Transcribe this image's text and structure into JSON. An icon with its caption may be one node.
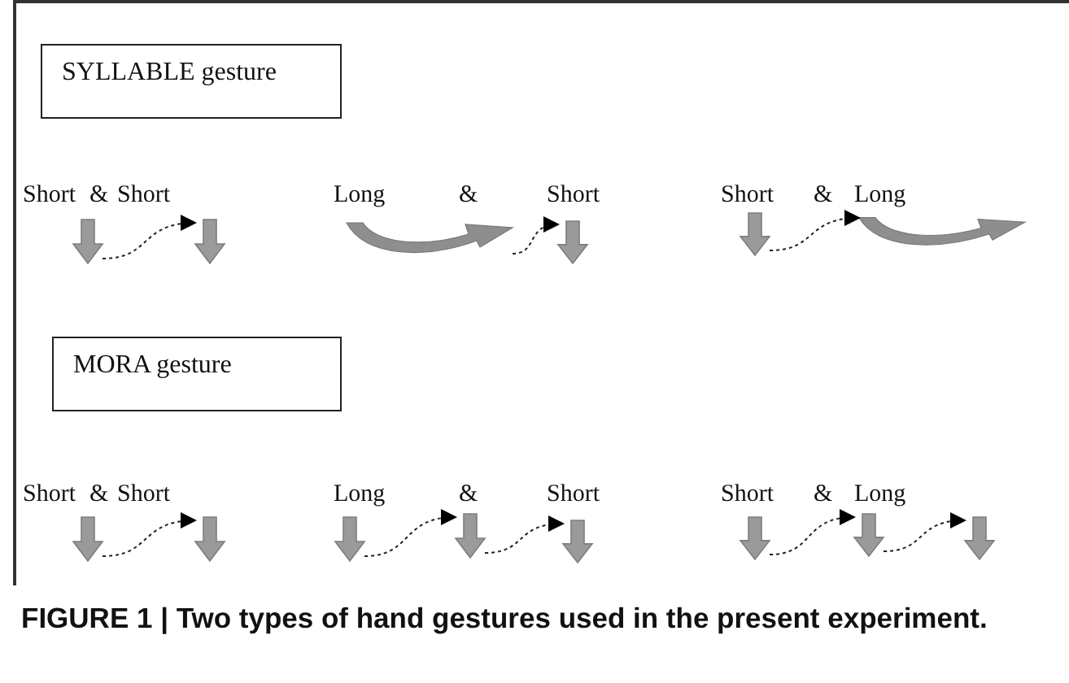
{
  "diagram": {
    "caption": "FIGURE 1 | Two types of hand gestures used in the present experiment.",
    "nodes": [
      {
        "text": [
          "SYLLABLE gesture"
        ]
      },
      {
        "text": [],
        "shape": "arrow"
      },
      {
        "text": [],
        "shape": "arrow"
      },
      {
        "text": [],
        "shape": "curve"
      },
      {
        "text": [],
        "shape": "arrow"
      },
      {
        "text": [],
        "shape": "arrow"
      },
      {
        "text": [],
        "shape": "curve"
      },
      {
        "text": [
          "MORA gesture"
        ]
      },
      {
        "text": [],
        "shape": "arrow"
      },
      {
        "text": [],
        "shape": "arrow"
      },
      {
        "text": [],
        "shape": "arrow"
      },
      {
        "text": [],
        "shape": "arrow"
      },
      {
        "text": [],
        "shape": "arrow"
      },
      {
        "text": [],
        "shape": "arrow"
      },
      {
        "text": [],
        "shape": "arrow"
      },
      {
        "text": [],
        "shape": "arrow"
      }
    ],
    "edges": [
      {
        "from": 1,
        "to": 2,
        "arrow": "to",
        "style": "dashed"
      },
      {
        "from": 3,
        "to": 4,
        "arrow": "to",
        "style": "dashed"
      },
      {
        "from": 5,
        "to": 6,
        "arrow": "to",
        "style": "dashed"
      },
      {
        "from": 8,
        "to": 9,
        "arrow": "to",
        "style": "dashed"
      },
      {
        "from": 10,
        "to": 11,
        "arrow": "to",
        "style": "dashed"
      },
      {
        "from": 11,
        "to": 12,
        "arrow": "to",
        "style": "dashed"
      },
      {
        "from": 13,
        "to": 14,
        "arrow": "to",
        "style": "dashed"
      },
      {
        "from": 14,
        "to": 15,
        "arrow": "to",
        "style": "dashed"
      }
    ],
    "labels": [
      "Short",
      "&",
      "Short",
      "Long",
      "&",
      "Short",
      "Short",
      "&",
      "Long",
      "Short",
      "&",
      "Short",
      "Long",
      "&",
      "Short",
      "Short",
      "&",
      "Long"
    ]
  }
}
